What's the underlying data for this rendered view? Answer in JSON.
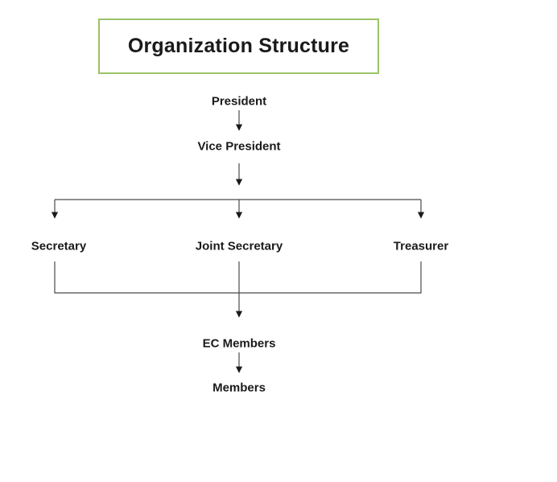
{
  "title": {
    "text": "Organization Structure"
  },
  "colors": {
    "title_border": "#9CC368",
    "text": "#1A1A1A",
    "connector": "#4A4A4A",
    "background": "#FFFFFF"
  },
  "nodes": {
    "president": "President",
    "vice_president": "Vice President",
    "secretary": "Secretary",
    "joint_secretary": "Joint Secretary",
    "treasurer": "Treasurer",
    "ec_members": "EC Members",
    "members": "Members"
  },
  "edges": [
    {
      "from": "President",
      "to": "Vice President"
    },
    {
      "from": "Vice President",
      "to": "Secretary"
    },
    {
      "from": "Vice President",
      "to": "Joint Secretary"
    },
    {
      "from": "Vice President",
      "to": "Treasurer"
    },
    {
      "from": "Secretary",
      "to": "EC Members"
    },
    {
      "from": "Joint Secretary",
      "to": "EC Members"
    },
    {
      "from": "Treasurer",
      "to": "EC Members"
    },
    {
      "from": "EC Members",
      "to": "Members"
    }
  ]
}
